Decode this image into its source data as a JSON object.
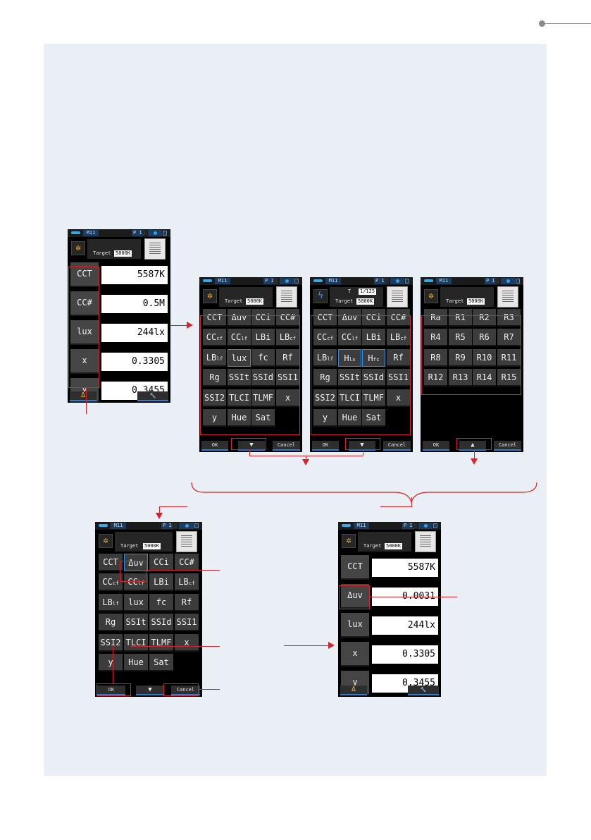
{
  "status_bar": {
    "memory": "M11",
    "page": "P 1"
  },
  "header": {
    "target_label": "Target",
    "target_value": "5000K",
    "shutter_label": "T",
    "shutter_value": "1/125"
  },
  "main_display": {
    "rows": [
      {
        "label": "CCT",
        "value": "5587K"
      },
      {
        "label": "CC#",
        "value": "0.5M"
      },
      {
        "label": "lux",
        "value": "244lx"
      },
      {
        "label": "x",
        "value": "0.3305"
      },
      {
        "label": "y",
        "value": "0.3455"
      }
    ],
    "footer": {
      "delta_icon": "Δ",
      "wrench_icon": "wrench-icon"
    }
  },
  "select_page1": [
    [
      "CCT",
      "Δuv",
      "CCi",
      "CC#"
    ],
    [
      "CCcf",
      "CClf",
      "LBi",
      "LBcf"
    ],
    [
      "LBlf",
      "lux",
      "fc",
      "Rf"
    ],
    [
      "Rg",
      "SSIt",
      "SSId",
      "SSI1"
    ],
    [
      "SSI2",
      "TLCI",
      "TLMF",
      "x"
    ],
    [
      "y",
      "Hue",
      "Sat"
    ]
  ],
  "select_page1_flash": [
    [
      "CCT",
      "Δuv",
      "CCi",
      "CC#"
    ],
    [
      "CCcf",
      "CClf",
      "LBi",
      "LBcf"
    ],
    [
      "LBlf",
      "Hlx",
      "Hfc",
      "Rf"
    ],
    [
      "Rg",
      "SSIt",
      "SSId",
      "SSI1"
    ],
    [
      "SSI2",
      "TLCI",
      "TLMF",
      "x"
    ],
    [
      "y",
      "Hue",
      "Sat"
    ]
  ],
  "select_page2": [
    [
      "Ra",
      "R1",
      "R2",
      "R3"
    ],
    [
      "R4",
      "R5",
      "R6",
      "R7"
    ],
    [
      "R8",
      "R9",
      "R10",
      "R11"
    ],
    [
      "R12",
      "R13",
      "R14",
      "R15"
    ]
  ],
  "select_footer": {
    "ok": "OK",
    "down": "▼",
    "up": "▲",
    "cancel": "Cancel"
  },
  "result_display": {
    "rows": [
      {
        "label": "CCT",
        "value": "5587K"
      },
      {
        "label": "Δuv",
        "value": "0.0031"
      },
      {
        "label": "lux",
        "value": "244lx"
      },
      {
        "label": "x",
        "value": "0.3305"
      },
      {
        "label": "y",
        "value": "0.3455"
      }
    ]
  },
  "colors": {
    "accent_red": "#d8232a",
    "select_blue": "#2f8fe0",
    "panel_bg": "#eaeef5"
  }
}
